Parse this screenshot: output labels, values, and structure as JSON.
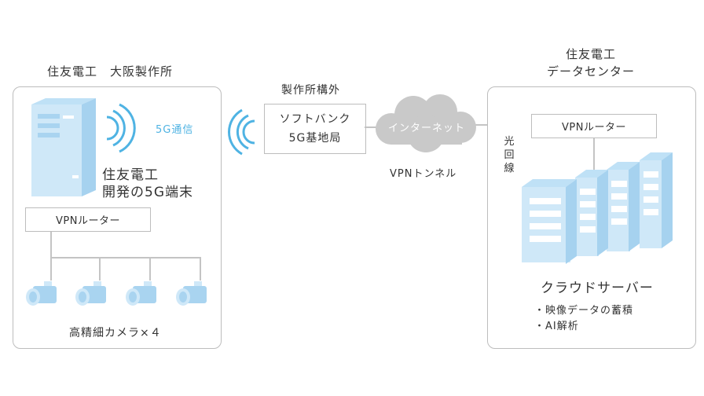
{
  "left": {
    "title": "住友電工　大阪製作所",
    "signal_label": "5G通信",
    "terminal_line1": "住友電工",
    "terminal_line2": "開発の5G端末",
    "router_label": "VPNルーター",
    "cameras_label": "高精細カメラ×４"
  },
  "middle": {
    "title": "製作所構外",
    "base_line1": "ソフトバンク",
    "base_line2": "5G基地局",
    "internet_label": "インターネット",
    "tunnel_label": "VPNトンネル"
  },
  "right": {
    "title_line1": "住友電工",
    "title_line2": "データセンター",
    "fiber_label": "光\n回\n線",
    "router_label": "VPNルーター",
    "server_label": "クラウドサーバー",
    "bullets": [
      "・映像データの蓄積",
      "・AI解析"
    ]
  },
  "colors": {
    "accent": "#4fb3e3",
    "border": "#bdbdbd",
    "device_light": "#d4ebf9",
    "device_mid": "#a9d4f0"
  },
  "icons": [
    "terminal-icon",
    "camera-icon",
    "server-rack-icon",
    "signal-waves-icon",
    "cloud-icon"
  ]
}
